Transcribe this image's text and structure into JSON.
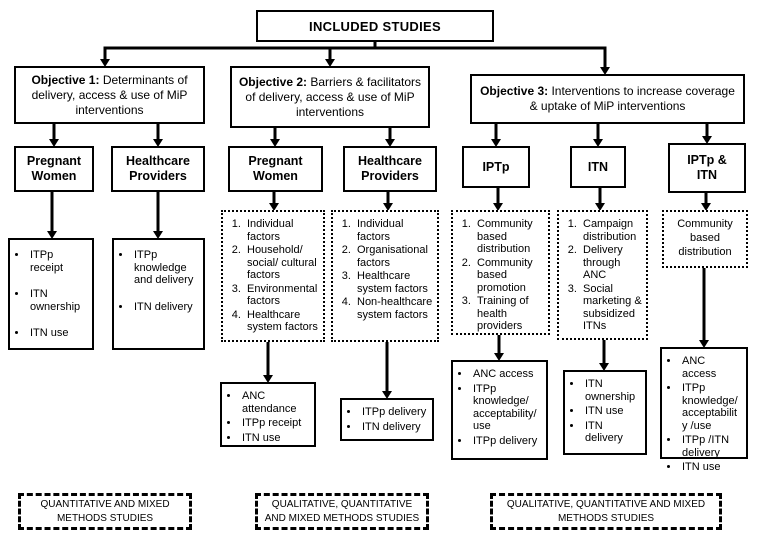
{
  "colors": {
    "line": "#000000",
    "background": "#ffffff",
    "text": "#000000"
  },
  "title": "INCLUDED STUDIES",
  "objective1": {
    "label": "Objective 1:",
    "text": " Determinants of delivery, access & use of MiP interventions",
    "pregnant_women": {
      "title": "Pregnant Women",
      "outcomes": [
        "ITPp receipt",
        "ITN ownership",
        "ITN use"
      ]
    },
    "healthcare_providers": {
      "title": "Healthcare Providers",
      "outcomes": [
        "ITPp knowledge and delivery",
        "ITN delivery"
      ]
    }
  },
  "objective2": {
    "label": "Objective 2:",
    "text": " Barriers & facilitators of delivery, access & use of MiP interventions",
    "pregnant_women": {
      "title": "Pregnant Women",
      "factors": [
        "Individual factors",
        "Household/ social/ cultural factors",
        "Environmental factors",
        "Healthcare system factors"
      ],
      "outcomes": [
        "ANC attendance",
        "ITPp receipt",
        "ITN use"
      ]
    },
    "healthcare_providers": {
      "title": "Healthcare Providers",
      "factors": [
        "Individual factors",
        "Organisational factors",
        "Healthcare system factors",
        "Non-healthcare system factors"
      ],
      "outcomes": [
        "ITPp delivery",
        "ITN delivery"
      ]
    }
  },
  "objective3": {
    "label": "Objective 3:",
    "text": " Interventions to increase coverage & uptake of MiP interventions",
    "iptp": {
      "title": "IPTp",
      "interventions": [
        "Community based distribution",
        "Community based promotion",
        "Training of health providers"
      ],
      "outcomes": [
        "ANC access",
        "ITPp knowledge/ acceptability/ use",
        "ITPp delivery"
      ]
    },
    "itn": {
      "title": "ITN",
      "interventions": [
        "Campaign distribution",
        "Delivery through ANC",
        "Social marketing & subsidized ITNs"
      ],
      "outcomes": [
        "ITN ownership",
        "ITN use",
        "ITN delivery"
      ]
    },
    "iptp_itn": {
      "title": "IPTp & ITN",
      "intervention": "Community based distribution",
      "outcomes": [
        "ANC access",
        "ITPp knowledge/ acceptability /use",
        "ITPp /ITN delivery",
        "ITN use"
      ]
    }
  },
  "legends": [
    "QUANTITATIVE AND MIXED METHODS STUDIES",
    "QUALITATIVE, QUANTITATIVE AND MIXED METHODS STUDIES",
    "QUALITATIVE, QUANTITATIVE AND MIXED METHODS STUDIES"
  ]
}
